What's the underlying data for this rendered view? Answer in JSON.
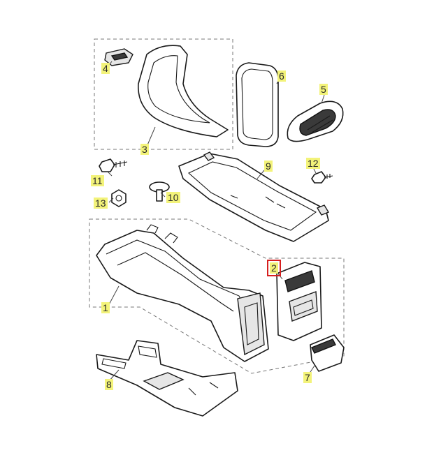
{
  "callouts": [
    {
      "id": "1",
      "label": "1"
    },
    {
      "id": "2",
      "label": "2",
      "selected": true
    },
    {
      "id": "3",
      "label": "3"
    },
    {
      "id": "4",
      "label": "4"
    },
    {
      "id": "5",
      "label": "5"
    },
    {
      "id": "6",
      "label": "6"
    },
    {
      "id": "7",
      "label": "7"
    },
    {
      "id": "8",
      "label": "8"
    },
    {
      "id": "9",
      "label": "9"
    },
    {
      "id": "10",
      "label": "10"
    },
    {
      "id": "11",
      "label": "11"
    },
    {
      "id": "12",
      "label": "12"
    },
    {
      "id": "13",
      "label": "13"
    }
  ],
  "colors": {
    "callout_bg": "#f3f37a",
    "selected_outline": "#d61f1f",
    "line": "#1a1a1a",
    "dashed_border": "#777777"
  }
}
